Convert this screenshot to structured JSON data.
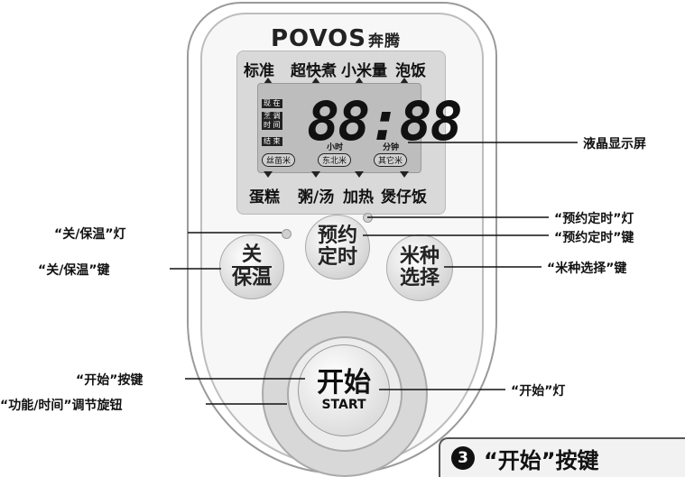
{
  "brand": {
    "name": "POVOS",
    "cn": "奔腾"
  },
  "lcd": {
    "menu_top": [
      "标准",
      "超快煮",
      "小米量",
      "泡饭"
    ],
    "menu_bottom": [
      "蛋糕",
      "粥/汤",
      "加热",
      "煲仔饭"
    ],
    "time": "88:88",
    "tags": [
      "现 在",
      "烹 调",
      "时 间",
      "结 束"
    ],
    "unit_hour": "小时",
    "unit_minute": "分钟",
    "rice_types": [
      "丝苗米",
      "东北米",
      "其它米"
    ]
  },
  "buttons": {
    "off_top": "关",
    "off_bottom": "保温",
    "timer_top": "预约",
    "timer_bottom": "定时",
    "rice_top": "米种",
    "rice_bottom": "选择",
    "start_cn": "开始",
    "start_en": "START"
  },
  "callouts": {
    "lcd_screen": "液晶显示屏",
    "timer_light": "“预约定时”灯",
    "timer_key": "“预约定时”键",
    "rice_key": "“米种选择”键",
    "start_light": "“开始”灯",
    "off_light": "“关/保温”灯",
    "off_key": "“关/保温”键",
    "start_key": "“开始”按键",
    "knob": "“功能/时间”调节旋钮"
  },
  "section": {
    "number": "3",
    "title": "“开始”按键"
  }
}
